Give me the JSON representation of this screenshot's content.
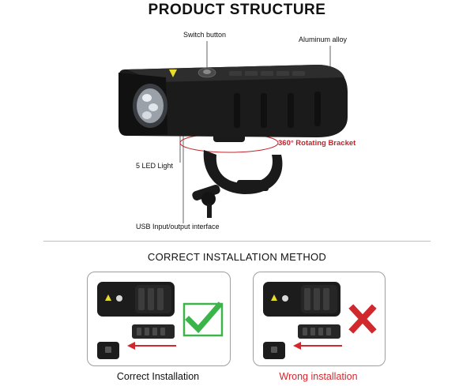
{
  "header": {
    "title": "PRODUCT STRUCTURE"
  },
  "callouts": {
    "switch_button": "Switch button",
    "aluminum_alloy": "Aluminum alloy",
    "rotating_bracket": "360° Rotating Bracket",
    "led_light": "5 LED Light",
    "usb_interface": "USB Input/output interface"
  },
  "installation": {
    "title": "CORRECT INSTALLATION METHOD",
    "correct_caption": "Correct Installation",
    "wrong_caption": "Wrong installation"
  },
  "colors": {
    "accent_red": "#d1282e",
    "check_green": "#3bb54a",
    "body_black": "#1b1b1b",
    "warning_yellow": "#e8de2a"
  }
}
